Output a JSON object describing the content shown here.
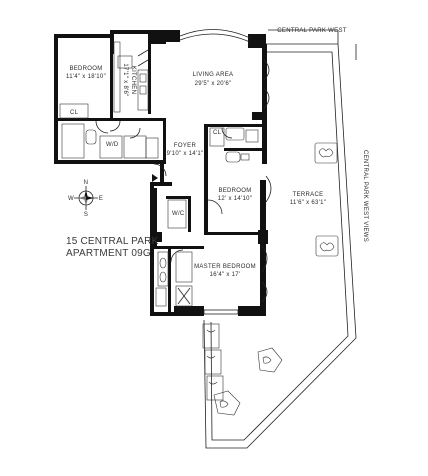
{
  "rooms": {
    "living": {
      "name": "LIVING AREA",
      "dims": "29'5\" x 20'6\""
    },
    "kitchen": {
      "name": "KITCHEN",
      "dims": "17'1\" x 8'6\""
    },
    "bedroom_left": {
      "name": "BEDROOM",
      "dims": "11'4\" x 18'10\""
    },
    "foyer": {
      "name": "FOYER",
      "dims": "9'10\" x 14'1\""
    },
    "bedroom_mid": {
      "name": "BEDROOM",
      "dims": "12' x 14'10\""
    },
    "master": {
      "name": "MASTER BEDROOM",
      "dims": "16'4\" x 17'"
    },
    "terrace": {
      "name": "TERRACE",
      "dims": "11'6\" x 63'1\""
    }
  },
  "fixtures": {
    "closet": "CL",
    "wic": "W/C",
    "wd": "W/D"
  },
  "street_top": "CENTRAL PARK WEST",
  "street_right": "CENTRAL PARK WEST VIEWS",
  "address": {
    "line1": "15 CENTRAL PARK",
    "line2": "APARTMENT 09G"
  },
  "compass": {
    "n": "N",
    "s": "S",
    "e": "E",
    "w": "W"
  }
}
